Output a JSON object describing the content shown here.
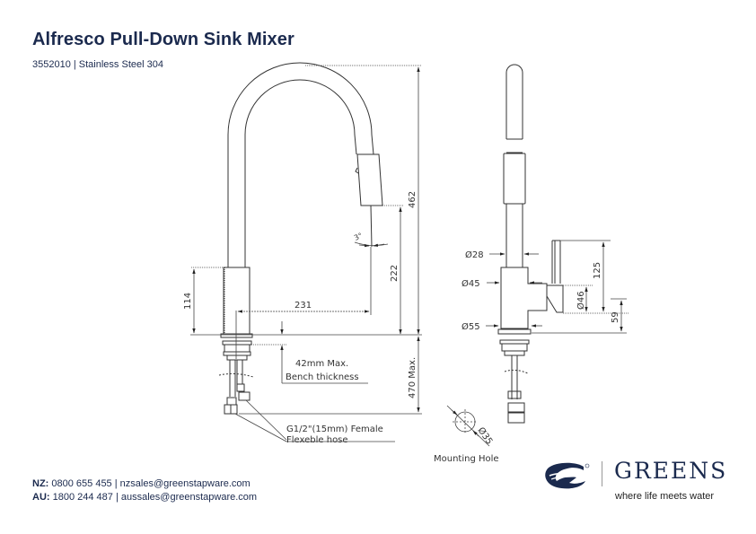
{
  "header": {
    "title": "Alfresco Pull-Down Sink Mixer",
    "subtitle": "3552010 | Stainless Steel 304"
  },
  "front_view": {
    "dim_height_total": "462",
    "dim_spout_height": "222",
    "dim_body_height": "114",
    "dim_reach": "231",
    "dim_angle": "3°",
    "dim_below_bench": "470 Max.",
    "bench_note_line1": "42mm Max.",
    "bench_note_line2": "Bench thickness",
    "hose_note_line1": "G1/2\"(15mm) Female",
    "hose_note_line2": "Flexeble hose"
  },
  "side_view": {
    "dia_spout": "Ø28",
    "dia_body": "Ø45",
    "dia_base": "Ø55",
    "dia_handle": "Ø46",
    "dim_handle_height": "125",
    "dim_handle_base": "59",
    "mounting_hole_dia": "Ø35",
    "mounting_hole_label": "Mounting Hole"
  },
  "footer": {
    "nz_label": "NZ:",
    "nz_text": "0800 655 455 | nzsales@greenstapware.com",
    "au_label": "AU:",
    "au_text": "1800 244 487 | aussales@greenstapware.com",
    "brand": "GREENS",
    "tagline": "where life meets water",
    "brand_color": "#1b2a4e"
  }
}
